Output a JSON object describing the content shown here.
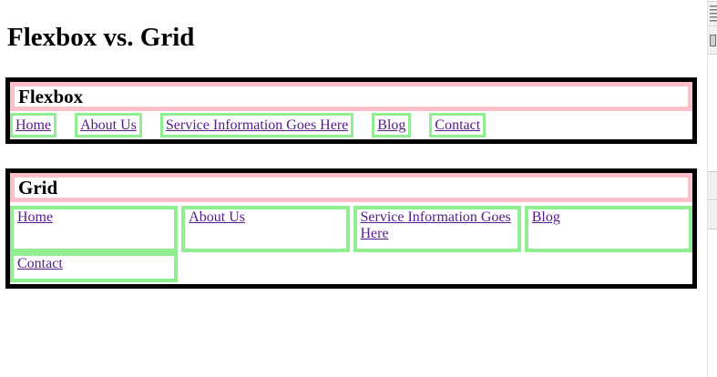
{
  "page": {
    "title": "Flexbox vs. Grid"
  },
  "flexbox_section": {
    "heading": "Flexbox",
    "nav_items": [
      "Home",
      "About Us",
      "Service Information Goes Here",
      "Blog",
      "Contact"
    ]
  },
  "grid_section": {
    "heading": "Grid",
    "nav_items": [
      "Home",
      "About Us",
      "Service Information Goes Here",
      "Blog",
      "Contact"
    ]
  },
  "right_edge_panel": {
    "icons": [
      "text-lines-icon",
      "page-icon"
    ]
  },
  "colors": {
    "pink": "#FFC0CB",
    "green": "#90EE90",
    "link": "#551A8B",
    "black": "#000000"
  }
}
